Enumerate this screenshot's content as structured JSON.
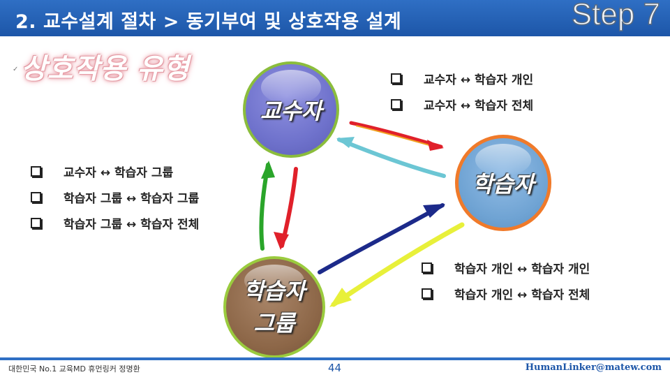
{
  "header": {
    "title": "2. 교수설계 절차 > 동기부여 및 상호작용 설계",
    "step": "Step 7"
  },
  "section_title": "상호작용 유형",
  "nodes": {
    "professor": "교수자",
    "learner": "학습자",
    "group_line1": "학습자",
    "group_line2": "그룹"
  },
  "bullets_top_right": [
    "교수자 ↔ 학습자 개인",
    "교수자 ↔ 학습자 전체"
  ],
  "bullets_left": [
    "교수자 ↔ 학습자 그룹",
    "학습자 그룹 ↔ 학습자 그룹",
    "학습자 그룹  ↔ 학습자 전체"
  ],
  "bullets_bottom_right": [
    "학습자 개인 ↔ 학습자 개인",
    "학습자 개인 ↔ 학습자 전체"
  ],
  "footer": {
    "left": "대한민국 No.1 교육MD 휴먼링커 정명환",
    "page": "44",
    "right": "HumanLinker@matew.com"
  },
  "colors": {
    "header_bg": "#1d56a8",
    "arrow_red": "#e0202a",
    "arrow_cyan": "#6cc6d4",
    "arrow_green": "#2aa52a",
    "arrow_navy": "#1c2a8a",
    "arrow_yellow": "#e8f03a"
  }
}
